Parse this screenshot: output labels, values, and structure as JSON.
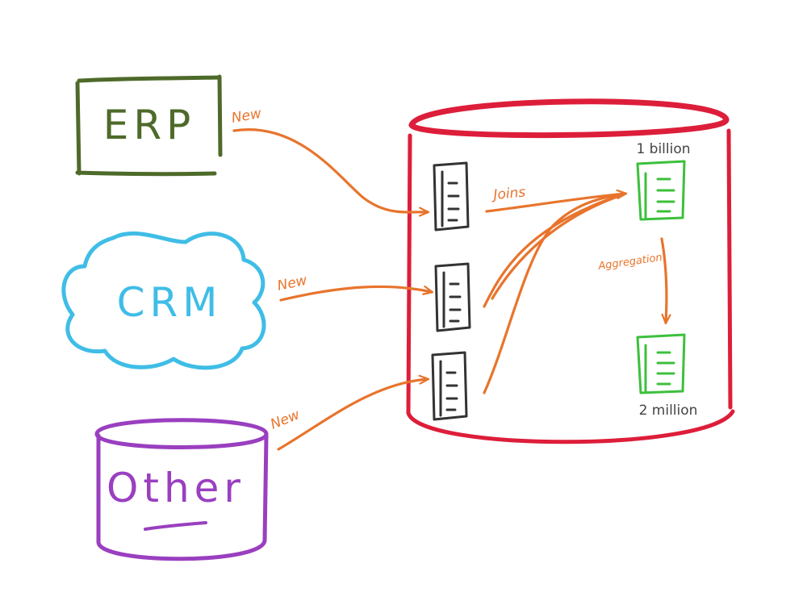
{
  "colors": {
    "erp": "#4e6a2a",
    "crm": "#3fbde6",
    "other": "#9a3fc0",
    "warehouse": "#dd1e3a",
    "arrow": "#e8742c",
    "table": "#333333",
    "aggregate": "#3cc03c",
    "note": "#444444"
  },
  "sources": {
    "erp": {
      "label": "ERP",
      "shape": "rectangle"
    },
    "crm": {
      "label": "CRM",
      "shape": "cloud"
    },
    "other": {
      "label": "Other",
      "shape": "cylinder"
    }
  },
  "arrows": {
    "erp_new": "New",
    "crm_new": "New",
    "other_new": "New",
    "joins": "Joins",
    "aggregation": "Aggregation"
  },
  "warehouse": {
    "shape": "cylinder",
    "raw_tables": 3,
    "fact_table": {
      "rows_label": "1 billion"
    },
    "aggregate_table": {
      "rows_label": "2 million"
    }
  }
}
